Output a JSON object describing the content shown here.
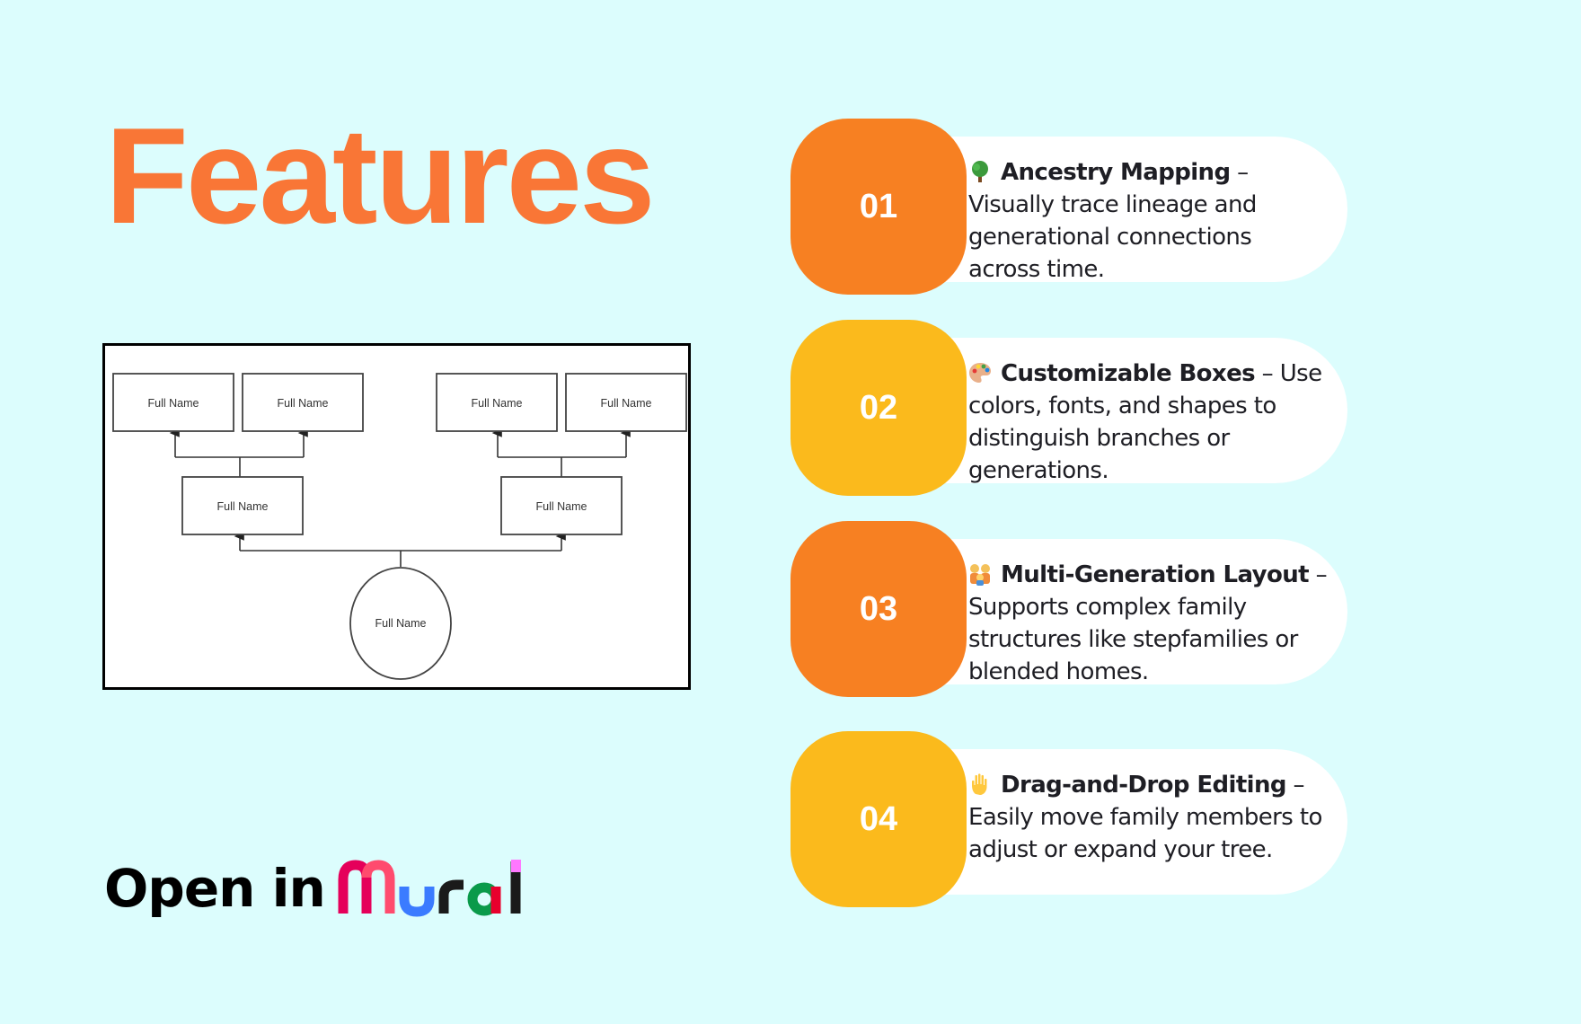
{
  "title": "Features",
  "diagram": {
    "top_boxes": [
      "Full Name",
      "Full Name",
      "Full Name",
      "Full Name"
    ],
    "middle_boxes": [
      "Full Name",
      "Full Name"
    ],
    "root_circle": "Full Name"
  },
  "cta": {
    "label": "Open in",
    "brand": "Mural",
    "brand_colors": [
      "#e5005a",
      "#ff8b8b",
      "#3b7bff",
      "#1a1a1a",
      "#e8002d",
      "#0a9a4a",
      "#ff77ff"
    ]
  },
  "features": [
    {
      "number": "01",
      "icon": "tree-icon",
      "name": "Ancestry Mapping",
      "separator": " – ",
      "text": "Visually trace lineage and generational connections across time.",
      "badge_color": "#f78022"
    },
    {
      "number": "02",
      "icon": "palette-icon",
      "name": "Customizable Boxes",
      "separator": " – ",
      "text": "Use colors, fonts, and shapes to distinguish branches or generations.",
      "badge_color": "#fbba1c"
    },
    {
      "number": "03",
      "icon": "family-icon",
      "name": "Multi-Generation Layout",
      "separator": " – ",
      "text": "Supports complex family structures like stepfamilies or blended homes.",
      "badge_color": "#f78022"
    },
    {
      "number": "04",
      "icon": "raised-hand-icon",
      "name": "Drag-and-Drop Editing",
      "separator": " – ",
      "text": "Easily move family members to adjust or expand your tree.",
      "badge_color": "#fbba1c"
    }
  ]
}
